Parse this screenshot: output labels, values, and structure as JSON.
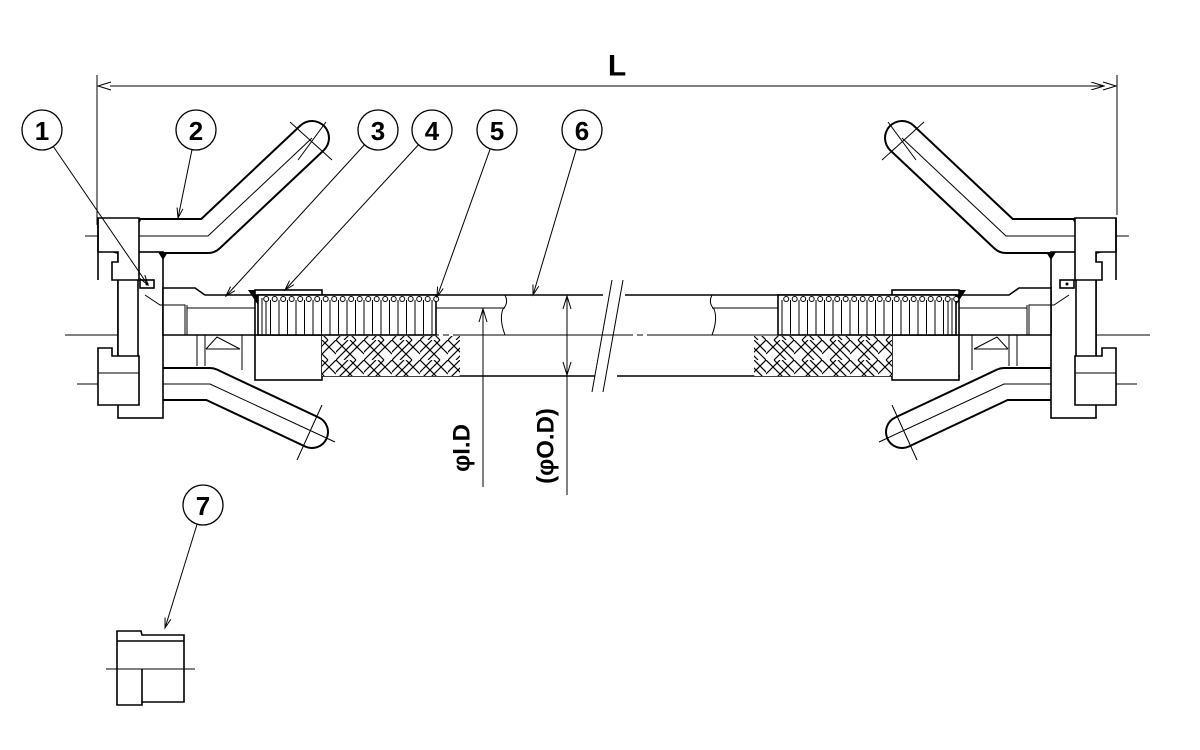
{
  "dimensions": {
    "overall_length": "L",
    "inner_diameter": "φI.D",
    "outer_diameter": "(φO.D)"
  },
  "balloons": [
    "1",
    "2",
    "3",
    "4",
    "5",
    "6",
    "7"
  ]
}
